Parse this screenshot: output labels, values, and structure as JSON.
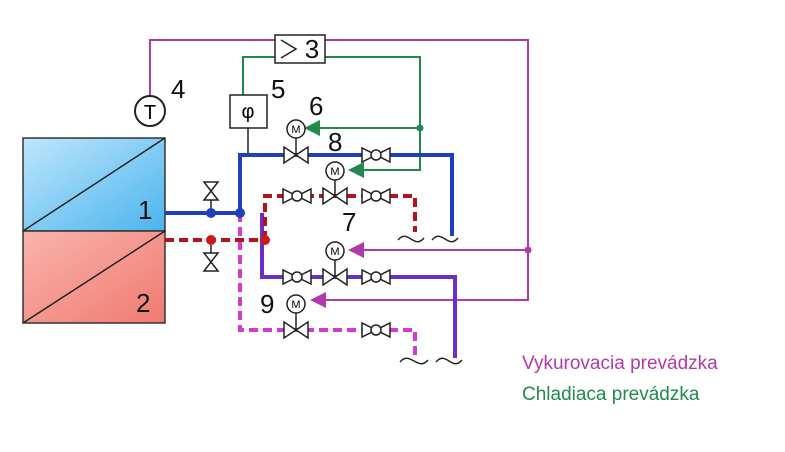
{
  "colors": {
    "supply_blue": "#1f3fbf",
    "return_red": "#b5121b",
    "heating_magenta": "#b23aa8",
    "cooling_green": "#1f8a4c",
    "violet": "#6a2fc6",
    "dashed_magenta": "#d23ad0",
    "stroke": "#111111"
  },
  "labels": {
    "n1": "1",
    "n2": "2",
    "n3": "3",
    "n4": "4",
    "n5": "5",
    "n6": "6",
    "n7": "7",
    "n8": "8",
    "n9": "9",
    "thermometer": "T",
    "humidity": "φ",
    "motor": "M"
  },
  "legend": {
    "heating": "Vykurovacia prevádzka",
    "cooling": "Chladiaca prevádzka"
  }
}
